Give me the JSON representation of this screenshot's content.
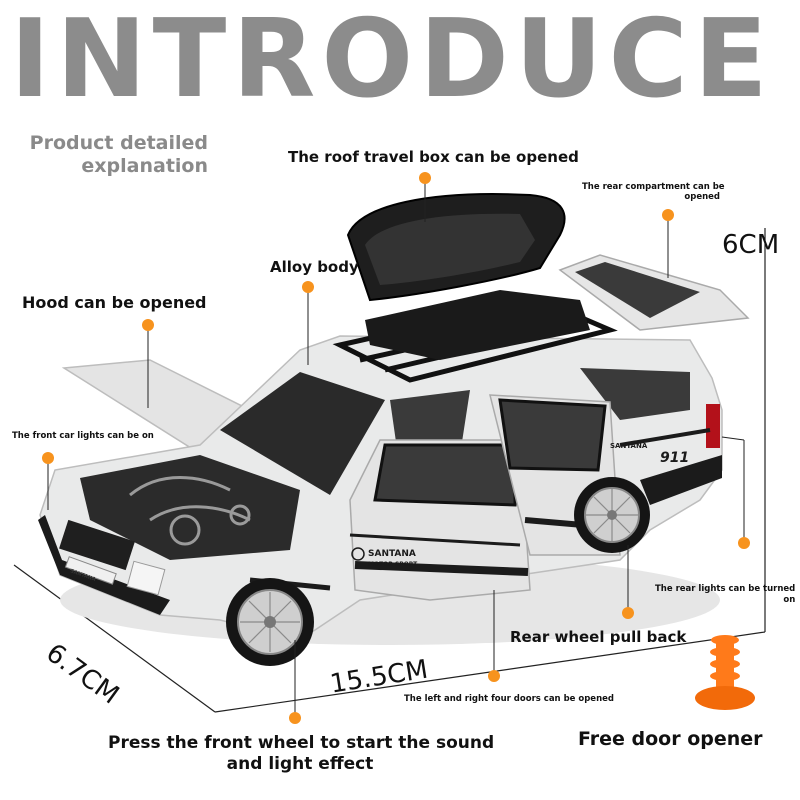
{
  "header": {
    "title": "INTRODUCE",
    "subtitle_line1": "Product detailed",
    "subtitle_line2": "explanation"
  },
  "labels": {
    "roof_box": "The roof travel box can be opened",
    "rear_compartment_line1": "The rear compartment can be",
    "rear_compartment_line2": "opened",
    "alloy_body": "Alloy body",
    "hood": "Hood can be opened",
    "front_lights": "The front car lights can be on",
    "rear_lights_line1": "The rear lights can be turned",
    "rear_lights_line2": "on",
    "rear_wheel": "Rear wheel pull back",
    "doors": "The left and right four doors can be opened",
    "front_wheel_line1": "Press the front wheel to start the sound",
    "front_wheel_line2": "and light effect",
    "door_opener": "Free door opener"
  },
  "dimensions": {
    "height": "6CM",
    "width": "6.7CM",
    "length": "15.5CM"
  },
  "car_text": {
    "door_badge_line1": "SANTANA",
    "door_badge_line2": "MOTOR SPORT",
    "rear_badge": "911",
    "rear_text": "SANTANA",
    "plate": "SANTANA"
  },
  "colors": {
    "accent_orange": "#f7931e",
    "title_gray": "#8c8c8c",
    "body_white": "#e9eaea",
    "trim_black": "#1b1b1b"
  }
}
